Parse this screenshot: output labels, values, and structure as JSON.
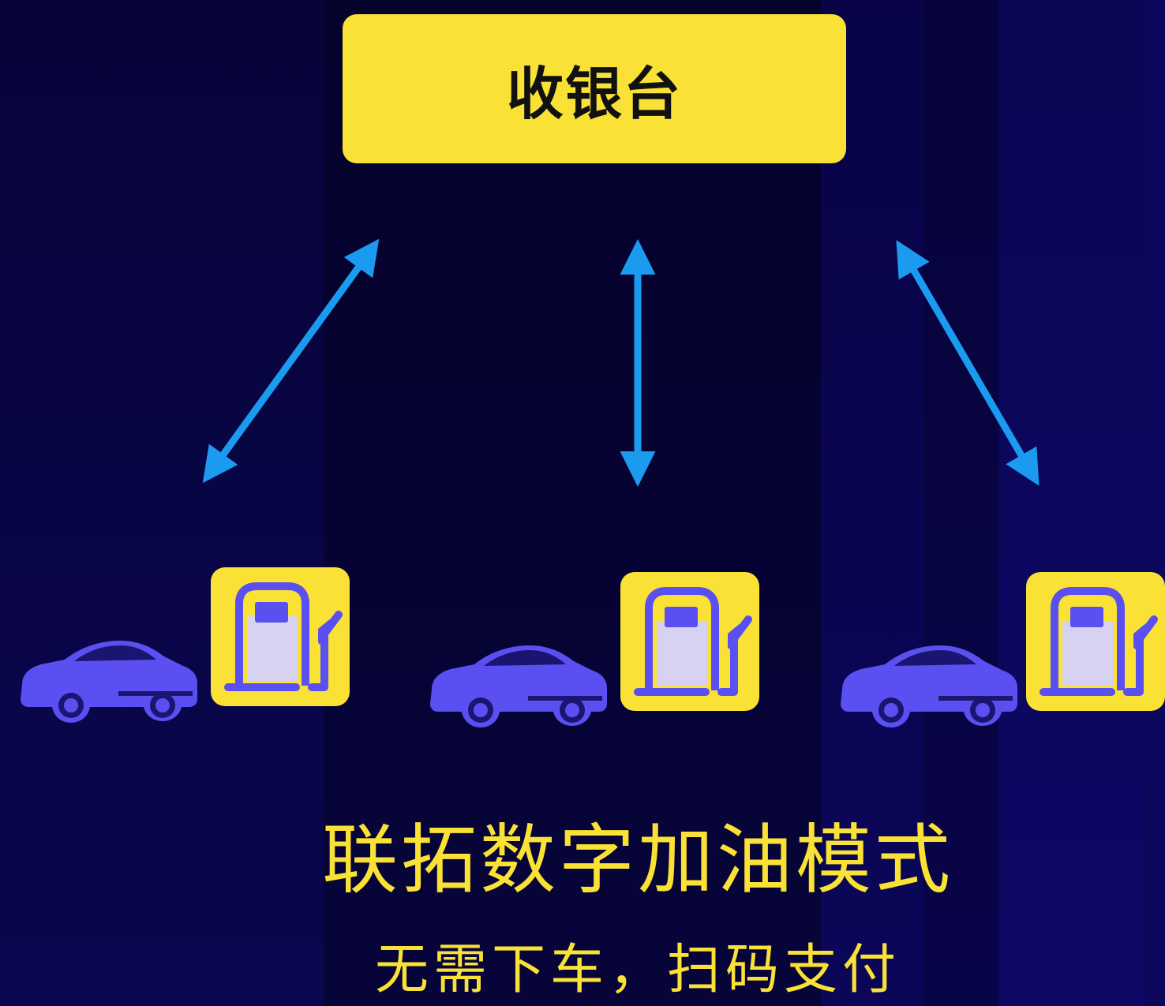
{
  "cashier": {
    "label": "收银台"
  },
  "title": "联拓数字加油模式",
  "subtitle": "无需下车，扫码支付",
  "colors": {
    "background": "#06032f",
    "accent_yellow": "#f9e135",
    "arrow_blue": "#1a9bf0",
    "car_purple": "#5a4ff0",
    "pump_purple": "#5a4ff0",
    "pump_window": "#d7d2f2"
  },
  "stations": [
    {
      "car_icon": "car-icon",
      "pump_icon": "fuel-pump-icon"
    },
    {
      "car_icon": "car-icon",
      "pump_icon": "fuel-pump-icon"
    },
    {
      "car_icon": "car-icon",
      "pump_icon": "fuel-pump-icon"
    }
  ]
}
